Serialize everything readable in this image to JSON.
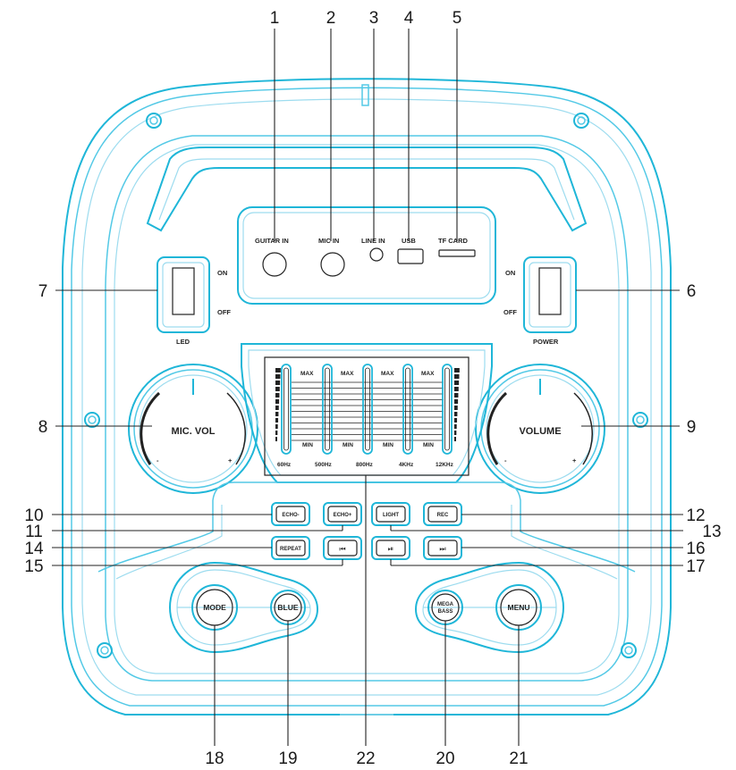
{
  "callouts": [
    "1",
    "2",
    "3",
    "4",
    "5",
    "6",
    "7",
    "8",
    "9",
    "10",
    "11",
    "12",
    "13",
    "14",
    "15",
    "16",
    "17",
    "18",
    "19",
    "20",
    "21",
    "22"
  ],
  "ports": {
    "guitar_in": "GUITAR IN",
    "mic_in": "MIC IN",
    "line_in": "LINE IN",
    "usb": "USB",
    "tf_card": "TF CARD"
  },
  "switches": {
    "on": "ON",
    "off": "OFF",
    "led": "LED",
    "power": "POWER"
  },
  "knobs": {
    "mic_vol": "MIC. VOL",
    "volume": "VOLUME",
    "minus": "-",
    "plus": "+"
  },
  "equalizer": {
    "max": "MAX",
    "min": "MIN",
    "bands": [
      "60Hz",
      "500Hz",
      "800Hz",
      "4KHz",
      "12KHz"
    ]
  },
  "buttons": {
    "echo_minus": "ECHO-",
    "echo_plus": "ECHO+",
    "light": "LIGHT",
    "rec": "REC",
    "repeat": "REPEAT",
    "prev": "⏮",
    "play_pause": "⏯",
    "next": "⏭",
    "mode": "MODE",
    "blue": "BLUE",
    "mega_bass_1": "MEGA",
    "mega_bass_2": "BASS",
    "menu": "MENU"
  }
}
